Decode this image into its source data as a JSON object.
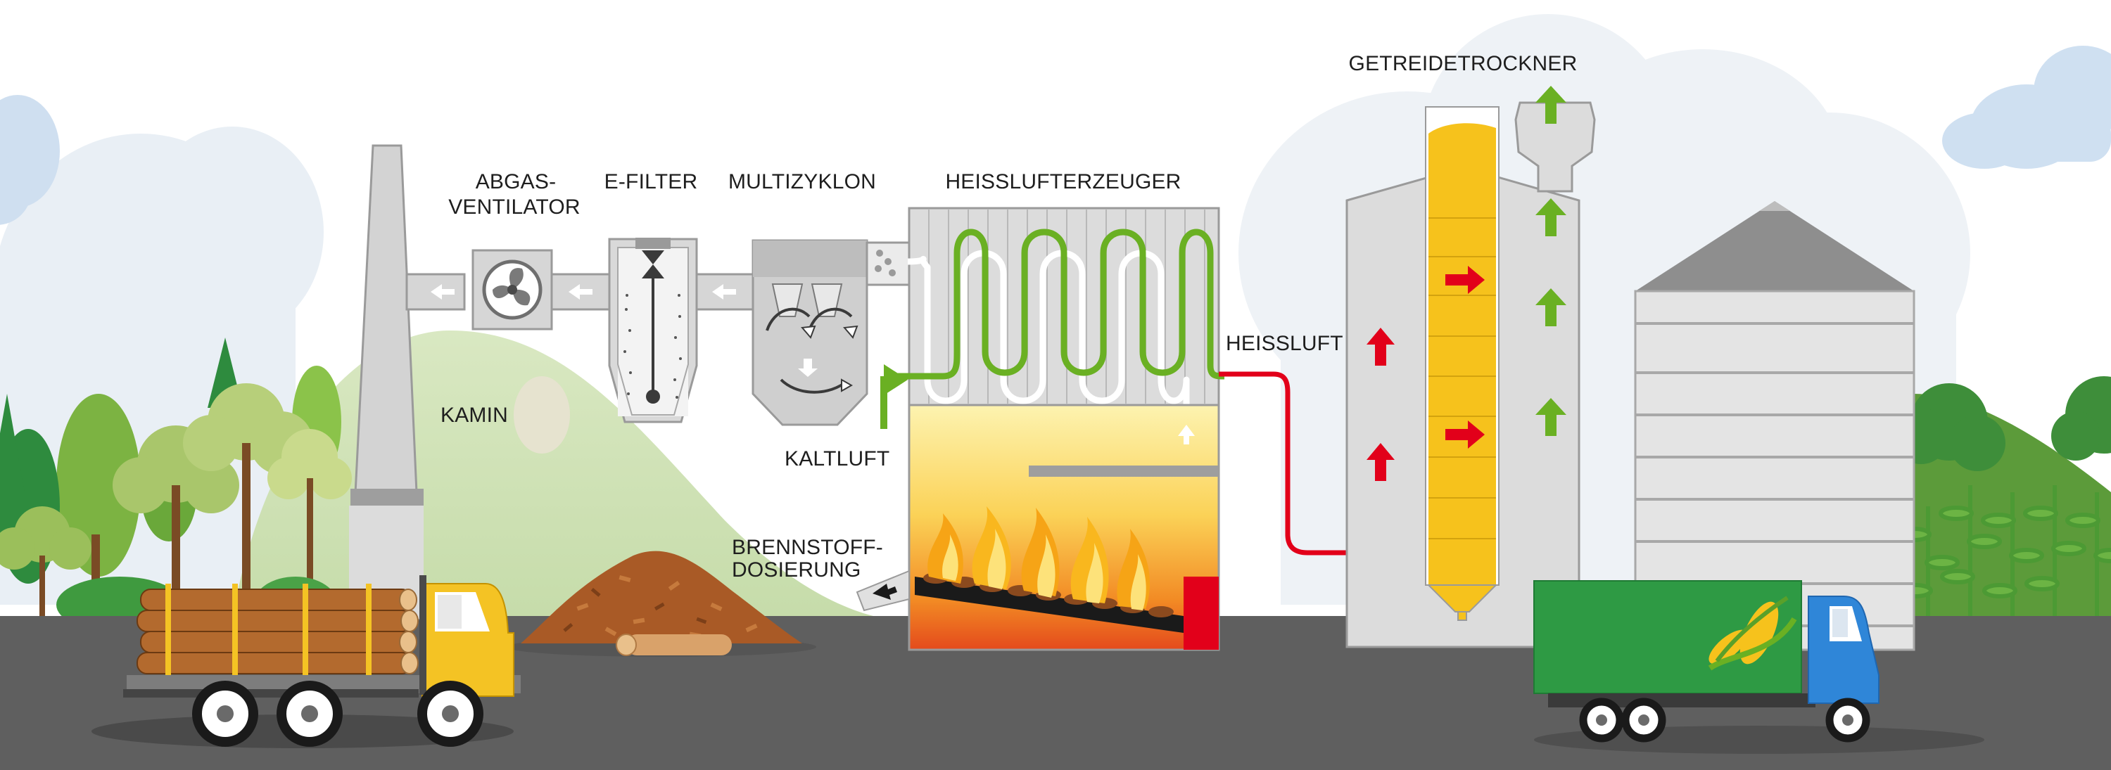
{
  "labels": {
    "abgas_line1": "ABGAS-",
    "abgas_line2": "VENTILATOR",
    "efilter": "E-FILTER",
    "multizyklon": "MULTIZYKLON",
    "heisslufterzeuger": "HEISSLUFTERZEUGER",
    "getreidetrockner": "GETREIDETROCKNER",
    "heissluft": "HEISSLUFT",
    "kamin": "KAMIN",
    "kaltluft": "KALTLUFT",
    "brennstoff_line1": "BRENNSTOFF-",
    "brennstoff_line2": "DOSIERUNG"
  },
  "colors": {
    "ground": "#5f5f5f",
    "machine_gray": "#d2d2d2",
    "hot_air_red": "#e2001a",
    "cold_air_green": "#6ab023",
    "grain_yellow": "#f6c21c",
    "truck_blue": "#2f86d8",
    "trailer_green": "#2e9a44"
  },
  "icons": {
    "fan": "fan-icon",
    "arrow": "flow-arrow-icon",
    "flame": "flame-icon",
    "corn": "corn-icon"
  }
}
